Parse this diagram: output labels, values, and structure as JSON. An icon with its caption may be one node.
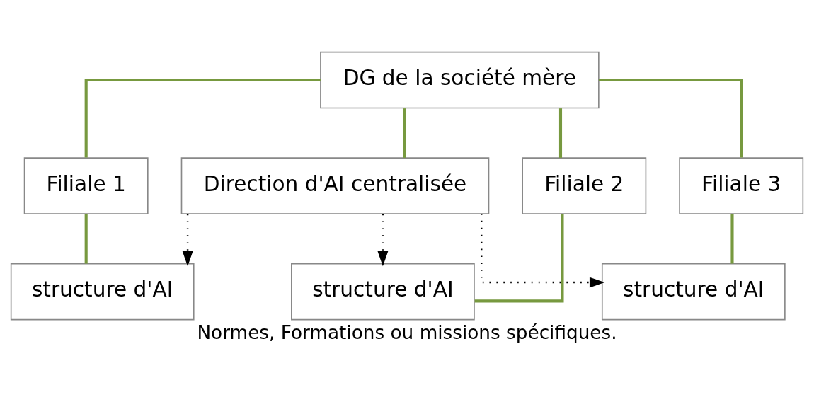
{
  "diagram": {
    "caption": "Normes, Formations ou missions spécifiques.",
    "nodes": [
      {
        "text": [
          "DG de la société mère"
        ]
      },
      {
        "text": [
          "Direction d'AI centralisée"
        ]
      },
      {
        "text": [
          "Filiale 1"
        ]
      },
      {
        "text": [
          "Filiale 2"
        ]
      },
      {
        "text": [
          "Filiale 3"
        ]
      },
      {
        "text": [
          "structure d'AI"
        ]
      },
      {
        "text": [
          "structure d'AI"
        ]
      },
      {
        "text": [
          "structure d'AI"
        ]
      }
    ],
    "edges": [
      {
        "from": 0,
        "to": 1,
        "arrow": "none"
      },
      {
        "from": 0,
        "to": 2,
        "arrow": "none"
      },
      {
        "from": 0,
        "to": 3,
        "arrow": "none"
      },
      {
        "from": 0,
        "to": 4,
        "arrow": "none"
      },
      {
        "from": 2,
        "to": 5,
        "arrow": "none"
      },
      {
        "from": 3,
        "to": 6,
        "arrow": "none"
      },
      {
        "from": 4,
        "to": 7,
        "arrow": "none"
      },
      {
        "from": 1,
        "to": 5,
        "arrow": "to",
        "style": "dashed",
        "color": "#000000"
      },
      {
        "from": 1,
        "to": 6,
        "arrow": "to",
        "style": "dashed",
        "color": "#000000"
      },
      {
        "from": 1,
        "to": 7,
        "arrow": "to",
        "style": "dashed",
        "color": "#000000"
      }
    ]
  }
}
